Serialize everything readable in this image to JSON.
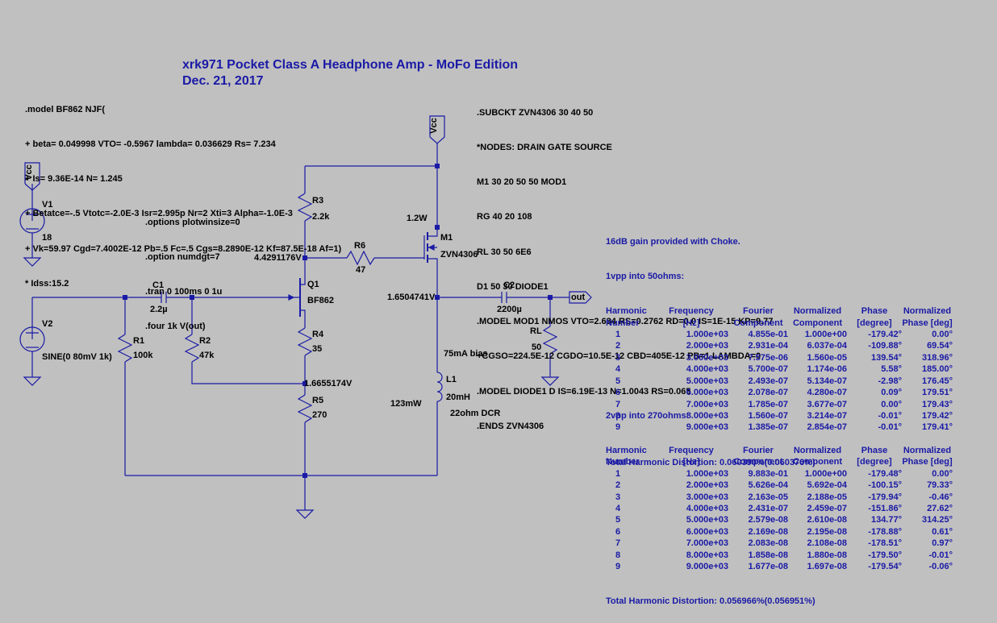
{
  "title": {
    "line1": "xrk971 Pocket Class A Headphone Amp - MoFo Edition",
    "line2": "Dec. 21, 2017"
  },
  "model_bf862": [
    ".model BF862 NJF(",
    "+ beta= 0.049998 VTO= -0.5967 lambda= 0.036629 Rs= 7.234",
    "+ Is= 9.36E-14 N= 1.245",
    "+ Betatce=-.5 Vtotc=-2.0E-3 Isr=2.995p Nr=2 Xti=3 Alpha=-1.0E-3",
    "+ Vk=59.97 Cgd=7.4002E-12 Pb=.5 Fc=.5 Cgs=8.2890E-12 Kf=87.5E-18 Af=1)",
    "* Idss:15.2"
  ],
  "subckt_zvn4306": [
    ".SUBCKT ZVN4306 30 40 50",
    "*NODES: DRAIN GATE SOURCE",
    "M1 30 20 50 50 MOD1",
    "RG 40 20 108",
    "RL 30 50 6E6",
    "D1 50 30 DIODE1",
    ".MODEL MOD1 NMOS VTO=2.634 RS=0.2762 RD=0.0 IS=1E-15 KP=9.77",
    "+CGSO=224.5E-12 CGDO=10.5E-12 CBD=405E-12 PB=1 LAMBDA=0",
    ".MODEL DIODE1 D IS=6.19E-13 N=1.0043 RS=0.065",
    ".ENDS ZVN4306"
  ],
  "directives": [
    ".options plotwinsize=0",
    ".option numdgt=7",
    ".tran 0 100ms 0 1u",
    ".four 1k V(out)"
  ],
  "components": {
    "v1_name": "V1",
    "v1_value": "18",
    "v2_name": "V2",
    "v2_value": "SINE(0 80mV 1k)",
    "c1_name": "C1",
    "c1_value": "2.2µ",
    "c2_name": "C2",
    "c2_value": "2200µ",
    "r1_name": "R1",
    "r1_value": "100k",
    "r2_name": "R2",
    "r2_value": "47k",
    "r3_name": "R3",
    "r3_value": "2.2k",
    "r4_name": "R4",
    "r4_value": "35",
    "r5_name": "R5",
    "r5_value": "270",
    "r6_name": "R6",
    "r6_value": "47",
    "rl_name": "RL",
    "rl_value": "50",
    "l1_name": "L1",
    "l1_value": "20mH",
    "q1_name": "Q1",
    "q1_value": "BF862",
    "m1_name": "M1",
    "m1_value": "ZVN4306",
    "vcc": "Vcc",
    "out": "out"
  },
  "annotations": {
    "node_q1_drain": "4.4291176V",
    "node_m1_source": "1.6504741V",
    "node_q1_source": "1.6655174V",
    "m1_power": "1.2W",
    "bias": "75mA bias",
    "l1_power": "123mW",
    "l1_dcr": "22ohm DCR"
  },
  "fourier_1": {
    "heading1": "16dB gain provided with Choke.",
    "heading2": "1vpp into 50ohms:",
    "headers1": [
      "Harmonic",
      "Frequency",
      "Fourier",
      "Normalized",
      "Phase",
      "Normalized"
    ],
    "headers2": [
      "Number",
      "[Hz]",
      "Component",
      "Component",
      "[degree]",
      "Phase [deg]"
    ],
    "rows": [
      [
        "1",
        "1.000e+03",
        "4.855e-01",
        "1.000e+00",
        "-179.42°",
        "0.00°"
      ],
      [
        "2",
        "2.000e+03",
        "2.931e-04",
        "6.037e-04",
        "-109.88°",
        "69.54°"
      ],
      [
        "3",
        "3.000e+03",
        "7.575e-06",
        "1.560e-05",
        "139.54°",
        "318.96°"
      ],
      [
        "4",
        "4.000e+03",
        "5.700e-07",
        "1.174e-06",
        "5.58°",
        "185.00°"
      ],
      [
        "5",
        "5.000e+03",
        "2.493e-07",
        "5.134e-07",
        "-2.98°",
        "176.45°"
      ],
      [
        "6",
        "6.000e+03",
        "2.078e-07",
        "4.280e-07",
        "0.09°",
        "179.51°"
      ],
      [
        "7",
        "7.000e+03",
        "1.785e-07",
        "3.677e-07",
        "0.00°",
        "179.43°"
      ],
      [
        "8",
        "8.000e+03",
        "1.560e-07",
        "3.214e-07",
        "-0.01°",
        "179.42°"
      ],
      [
        "9",
        "9.000e+03",
        "1.385e-07",
        "2.854e-07",
        "-0.01°",
        "179.41°"
      ]
    ],
    "thd": "Total Harmonic Distortion: 0.060390%(0.060376%)"
  },
  "fourier_2": {
    "heading1": "2vpp into 270ohms:",
    "headers1": [
      "Harmonic",
      "Frequency",
      "Fourier",
      "Normalized",
      "Phase",
      "Normalized"
    ],
    "headers2": [
      "Number",
      "[Hz]",
      "Component",
      "Component",
      "[degree]",
      "Phase [deg]"
    ],
    "rows": [
      [
        "1",
        "1.000e+03",
        "9.883e-01",
        "1.000e+00",
        "-179.48°",
        "0.00°"
      ],
      [
        "2",
        "2.000e+03",
        "5.626e-04",
        "5.692e-04",
        "-100.15°",
        "79.33°"
      ],
      [
        "3",
        "3.000e+03",
        "2.163e-05",
        "2.188e-05",
        "-179.94°",
        "-0.46°"
      ],
      [
        "4",
        "4.000e+03",
        "2.431e-07",
        "2.459e-07",
        "-151.86°",
        "27.62°"
      ],
      [
        "5",
        "5.000e+03",
        "2.579e-08",
        "2.610e-08",
        "134.77°",
        "314.25°"
      ],
      [
        "6",
        "6.000e+03",
        "2.169e-08",
        "2.195e-08",
        "-178.88°",
        "0.61°"
      ],
      [
        "7",
        "7.000e+03",
        "2.083e-08",
        "2.108e-08",
        "-178.51°",
        "0.97°"
      ],
      [
        "8",
        "8.000e+03",
        "1.858e-08",
        "1.880e-08",
        "-179.50°",
        "-0.01°"
      ],
      [
        "9",
        "9.000e+03",
        "1.677e-08",
        "1.697e-08",
        "-179.54°",
        "-0.06°"
      ]
    ],
    "thd": "Total Harmonic Distortion: 0.056966%(0.056951%)"
  }
}
